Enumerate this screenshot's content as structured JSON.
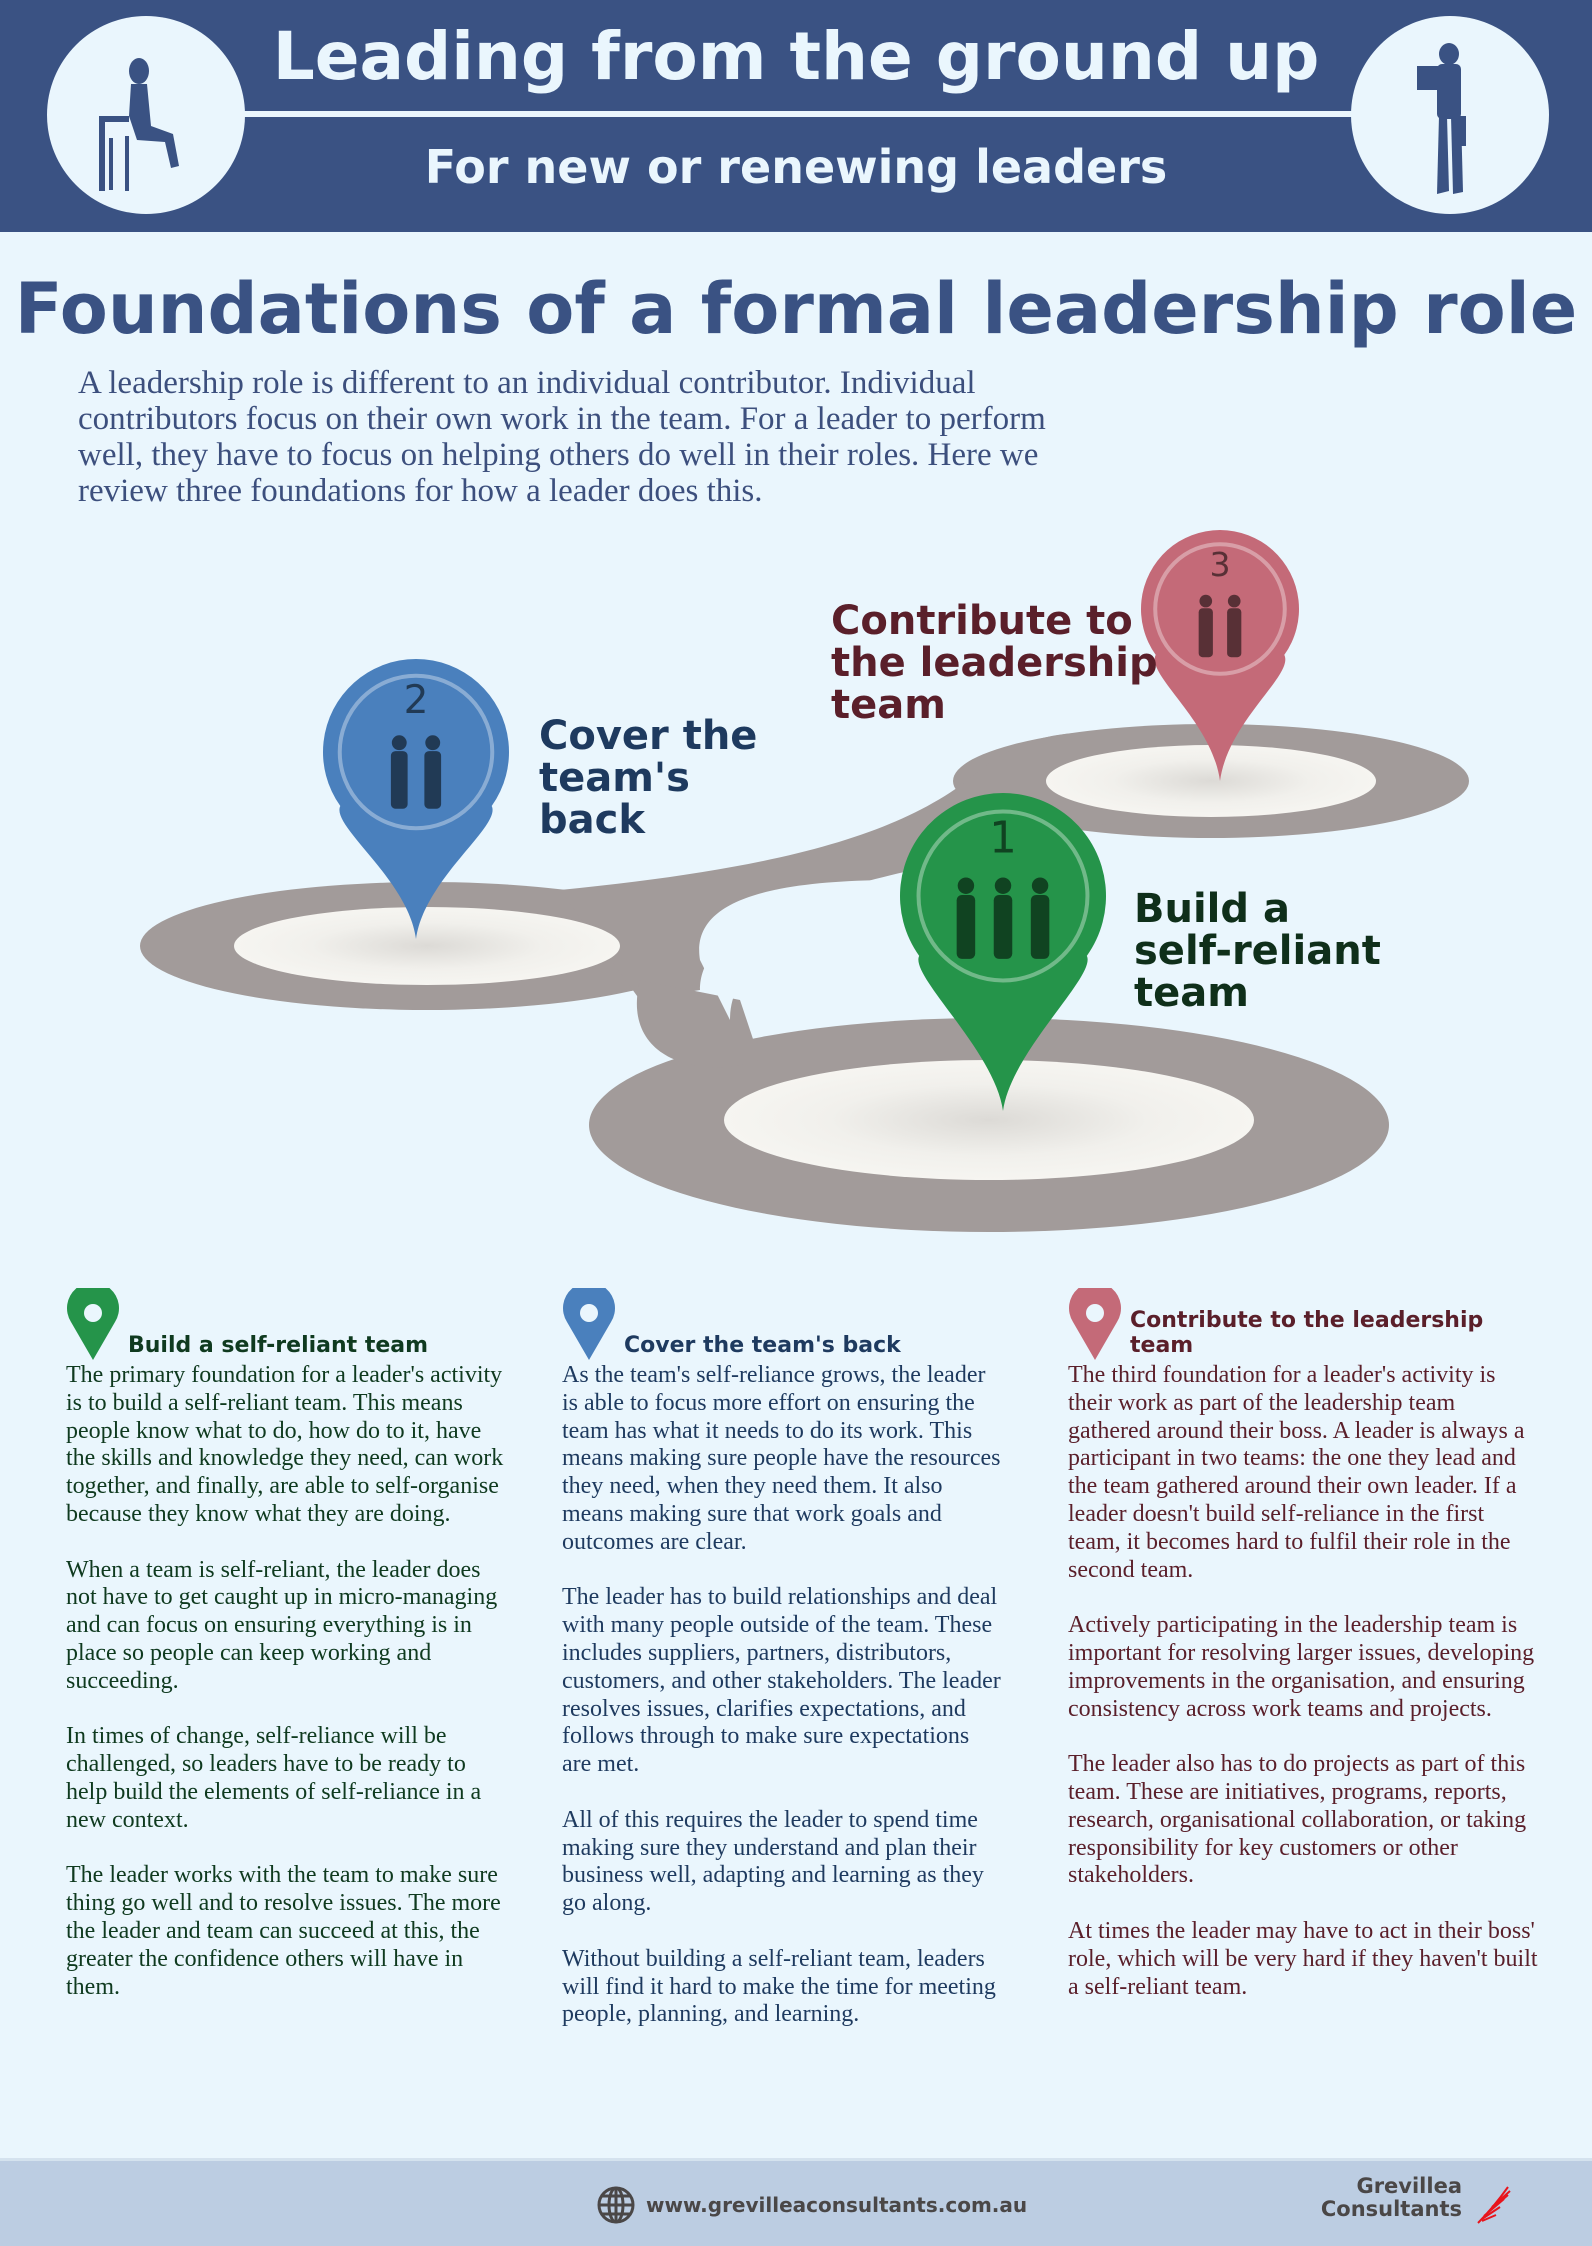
{
  "header": {
    "title": "Leading from the ground up",
    "subtitle": "For new or renewing leaders"
  },
  "main": {
    "title": "Foundations of a formal leadership role",
    "intro": "A leadership role is different to an individual contributor. Individual contributors focus on their own work in the team. For a leader to perform well, they have to focus on helping others do well in their roles. Here we review three foundations for how a leader does this."
  },
  "diagram": {
    "pins": [
      {
        "number": "1",
        "label": "Build a self-reliant team",
        "color": "#25944a"
      },
      {
        "number": "2",
        "label": "Cover the team's back",
        "color": "#4a80bd"
      },
      {
        "number": "3",
        "label": "Contribute to the leadership team",
        "color": "#c46a78"
      }
    ],
    "label_lines": {
      "one": [
        "Build a",
        "self-reliant",
        "team"
      ],
      "two": [
        "Cover the",
        "team's",
        "back"
      ],
      "three": [
        "Contribute to",
        "the leadership",
        "team"
      ]
    }
  },
  "columns": [
    {
      "heading": "Build a self-reliant team",
      "color": "#25944a",
      "text_color": "#0f3a1f",
      "paragraphs": [
        "The primary foundation for a leader's activity is to build a self-reliant team. This means people know what to do, how do to it, have the skills and knowledge they need, can work together, and finally, are able to self-organise because they know what they are doing.",
        "When a team is self-reliant, the leader does not have to get caught up in micro-managing and can focus on ensuring everything is in place so people can keep working and succeeding.",
        "In times of change, self-reliance will be challenged, so leaders have to be ready to help build the elements of self-reliance in a new context.",
        "The leader works with the team to make sure thing go well and to resolve issues. The more the leader and team can succeed at this, the greater the confidence others will have in them."
      ]
    },
    {
      "heading": "Cover the team's back",
      "color": "#4a80bd",
      "text_color": "#1e3a5f",
      "paragraphs": [
        "As the team's self-reliance grows, the leader is able to focus more effort on ensuring the team has what it needs to do its work. This means making sure people have the resources they need, when they need them. It also means making sure that work goals and outcomes are clear.",
        "The leader has to build relationships and deal with many people outside of the team. These includes suppliers, partners, distributors, customers, and other stakeholders. The leader resolves issues, clarifies expectations, and follows through to make sure expectations are met.",
        "All of this requires the leader to spend time making sure they understand and plan their business well, adapting and learning as they go along.",
        "Without building a self-reliant team, leaders will find it hard to make the time for meeting people, planning, and learning."
      ]
    },
    {
      "heading": "Contribute to the leadership team",
      "color": "#c46a78",
      "text_color": "#5a1f2a",
      "paragraphs": [
        "The third foundation for a leader's activity is their work as part of the leadership team gathered around their boss. A leader is always a participant in two teams: the one they lead and the team gathered around their own leader. If a leader doesn't build self-reliance in the first team, it becomes hard to fulfil their role in the second team.",
        "Actively participating in the leadership team is important for resolving larger issues, developing improvements in the organisation, and ensuring consistency across work teams and projects.",
        "The leader also has to do projects as part of this team. These are initiatives, programs, reports, research, organisational collaboration, or taking responsibility for key customers or other stakeholders.",
        "At times the leader may have to act in their boss' role, which will be very hard if they haven't built a self-reliant team."
      ]
    }
  ],
  "footer": {
    "url": "www.grevilleaconsultants.com.au",
    "brand_line1": "Grevillea",
    "brand_line2": "Consultants"
  }
}
